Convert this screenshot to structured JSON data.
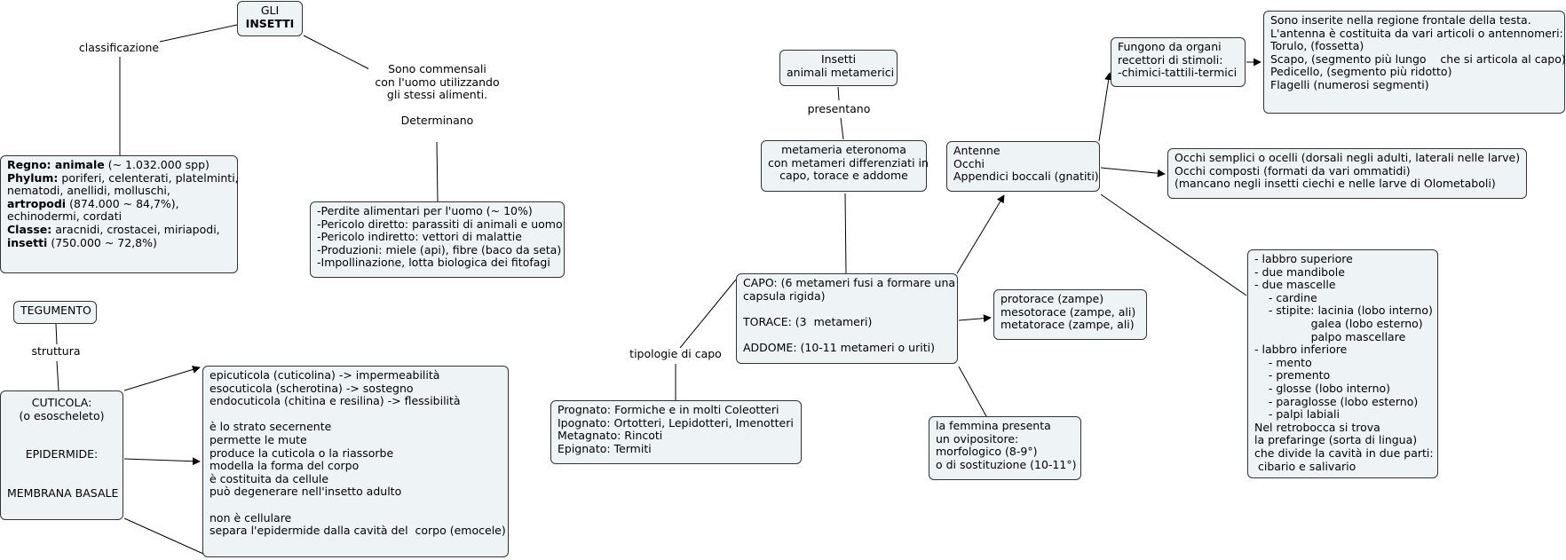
{
  "nodes": {
    "insetti": {
      "lines": [
        "GLI",
        "INSETTI"
      ]
    },
    "regno": {
      "lines": [
        {
          "b": "Regno: animale",
          "t": " (~ 1.032.000 spp)"
        },
        {
          "b": "Phylum:",
          "t": " poriferi, celenterati, platelminti,"
        },
        {
          "t": "nematodi, anellidi, molluschi,"
        },
        {
          "b": "artropodi",
          "t": " (874.000 ~ 84,7%),"
        },
        {
          "t": "echinodermi, cordati"
        },
        {
          "b": "Classe:",
          "t": " aracnidi, crostacei, miriapodi,"
        },
        {
          "b": "insetti",
          "t": " (750.000 ~ 72,8%)"
        }
      ]
    },
    "perdite": {
      "lines": [
        "-Perdite alimentari per l'uomo (~ 10%)",
        "-Pericolo diretto: parassiti di animali e uomo",
        "-Pericolo indiretto: vettori di malattie",
        "-Produzioni: miele (api), fibre (baco da seta)",
        "-Impollinazione, lotta biologica dei fitofagi"
      ]
    },
    "tegumento": {
      "lines": [
        "TEGUMENTO"
      ]
    },
    "cuticola": {
      "lines": [
        "CUTICOLA:",
        "(o esoscheleto)",
        "",
        "",
        "EPIDERMIDE:",
        "",
        "",
        "MEMBRANA BASALE"
      ]
    },
    "strati": {
      "lines": [
        "epicuticola (cuticolina) -> impermeabilità",
        "esocuticola (scherotina) -> sostegno",
        "endocuticola (chitina e resilina) -> flessibilità",
        "",
        "è lo strato secernente",
        "permette le mute",
        "produce la cuticola o la riassorbe",
        "modella la forma del corpo",
        "è costituita da cellule",
        "può degenerare nell'insetto adulto",
        "",
        "non è cellulare",
        "separa l'epidermide dalla cavità del  corpo (emocele)"
      ]
    },
    "metamerici": {
      "lines": [
        "Insetti",
        "animali metamerici"
      ]
    },
    "metameria": {
      "lines": [
        "metameria eteronoma",
        "con metameri differenziati in",
        "capo, torace e addome"
      ]
    },
    "capo": {
      "lines": [
        "CAPO: (6 metameri fusi a formare una",
        "capsula rigida)",
        "",
        "TORACE: (3  metameri)",
        "",
        "ADDOME: (10-11 metameri o uriti)"
      ]
    },
    "prognato": {
      "lines": [
        "Prognato: Formiche e in molti Coleotteri",
        "Ipognato: Ortotteri, Lepidotteri, Imenotteri",
        "Metagnato: Rincoti",
        "Epignato: Termiti"
      ]
    },
    "antenne": {
      "lines": [
        "Antenne",
        "Occhi",
        "Appendici boccali (gnatiti)"
      ]
    },
    "protorace": {
      "lines": [
        "protorace (zampe)",
        "mesotorace (zampe, ali)",
        "metatorace (zampe, ali)"
      ]
    },
    "femmina": {
      "lines": [
        "la femmina presenta",
        "un ovipositore:",
        "morfologico (8-9°)",
        "o di sostituzione (10-11°)"
      ]
    },
    "fungono": {
      "lines": [
        "Fungono da organi",
        "recettori di stimoli:",
        "-chimici-tattili-termici"
      ]
    },
    "inserite": {
      "lines": [
        "Sono inserite nella regione frontale della testa.",
        "L'antenna è costituita da vari articoli o antennomeri:",
        "Torulo, (fossetta)",
        "Scapo, (segmento più lungo    che si articola al capo)",
        "Pedicello, (segmento più ridotto)",
        "Flagelli (numerosi segmenti)"
      ]
    },
    "occhi": {
      "lines": [
        "Occhi semplici o ocelli (dorsali negli adulti, laterali nelle larve)",
        "Occhi composti (formati da vari ommatidi)",
        "(mancano negli insetti ciechi e nelle larve di Olometaboli)"
      ]
    },
    "labbro": {
      "lines": [
        "- labbro superiore",
        "- due mandibole",
        "- due mascelle",
        "    - cardine",
        "    - stipite: lacinia (lobo interno)",
        "                galea (lobo esterno)",
        "                palpo mascellare",
        "- labbro inferiore",
        "    - mento",
        "    - premento",
        "    - glosse (lobo interno)",
        "    - paraglosse (lobo esterno)",
        "    - palpi labiali",
        "Nel retrobocca si trova",
        "la prefaringe (sorta di lingua)",
        "che divide la cavità in due parti:",
        " cibario e salivario"
      ]
    }
  },
  "labels": {
    "classificazione": "classificazione",
    "commensali": "Sono commensali\ncon l'uomo utilizzando\ngli stessi alimenti.\n\nDeterminano",
    "struttura": "struttura",
    "presentano": "presentano",
    "tipologie": "tipologie di capo"
  }
}
